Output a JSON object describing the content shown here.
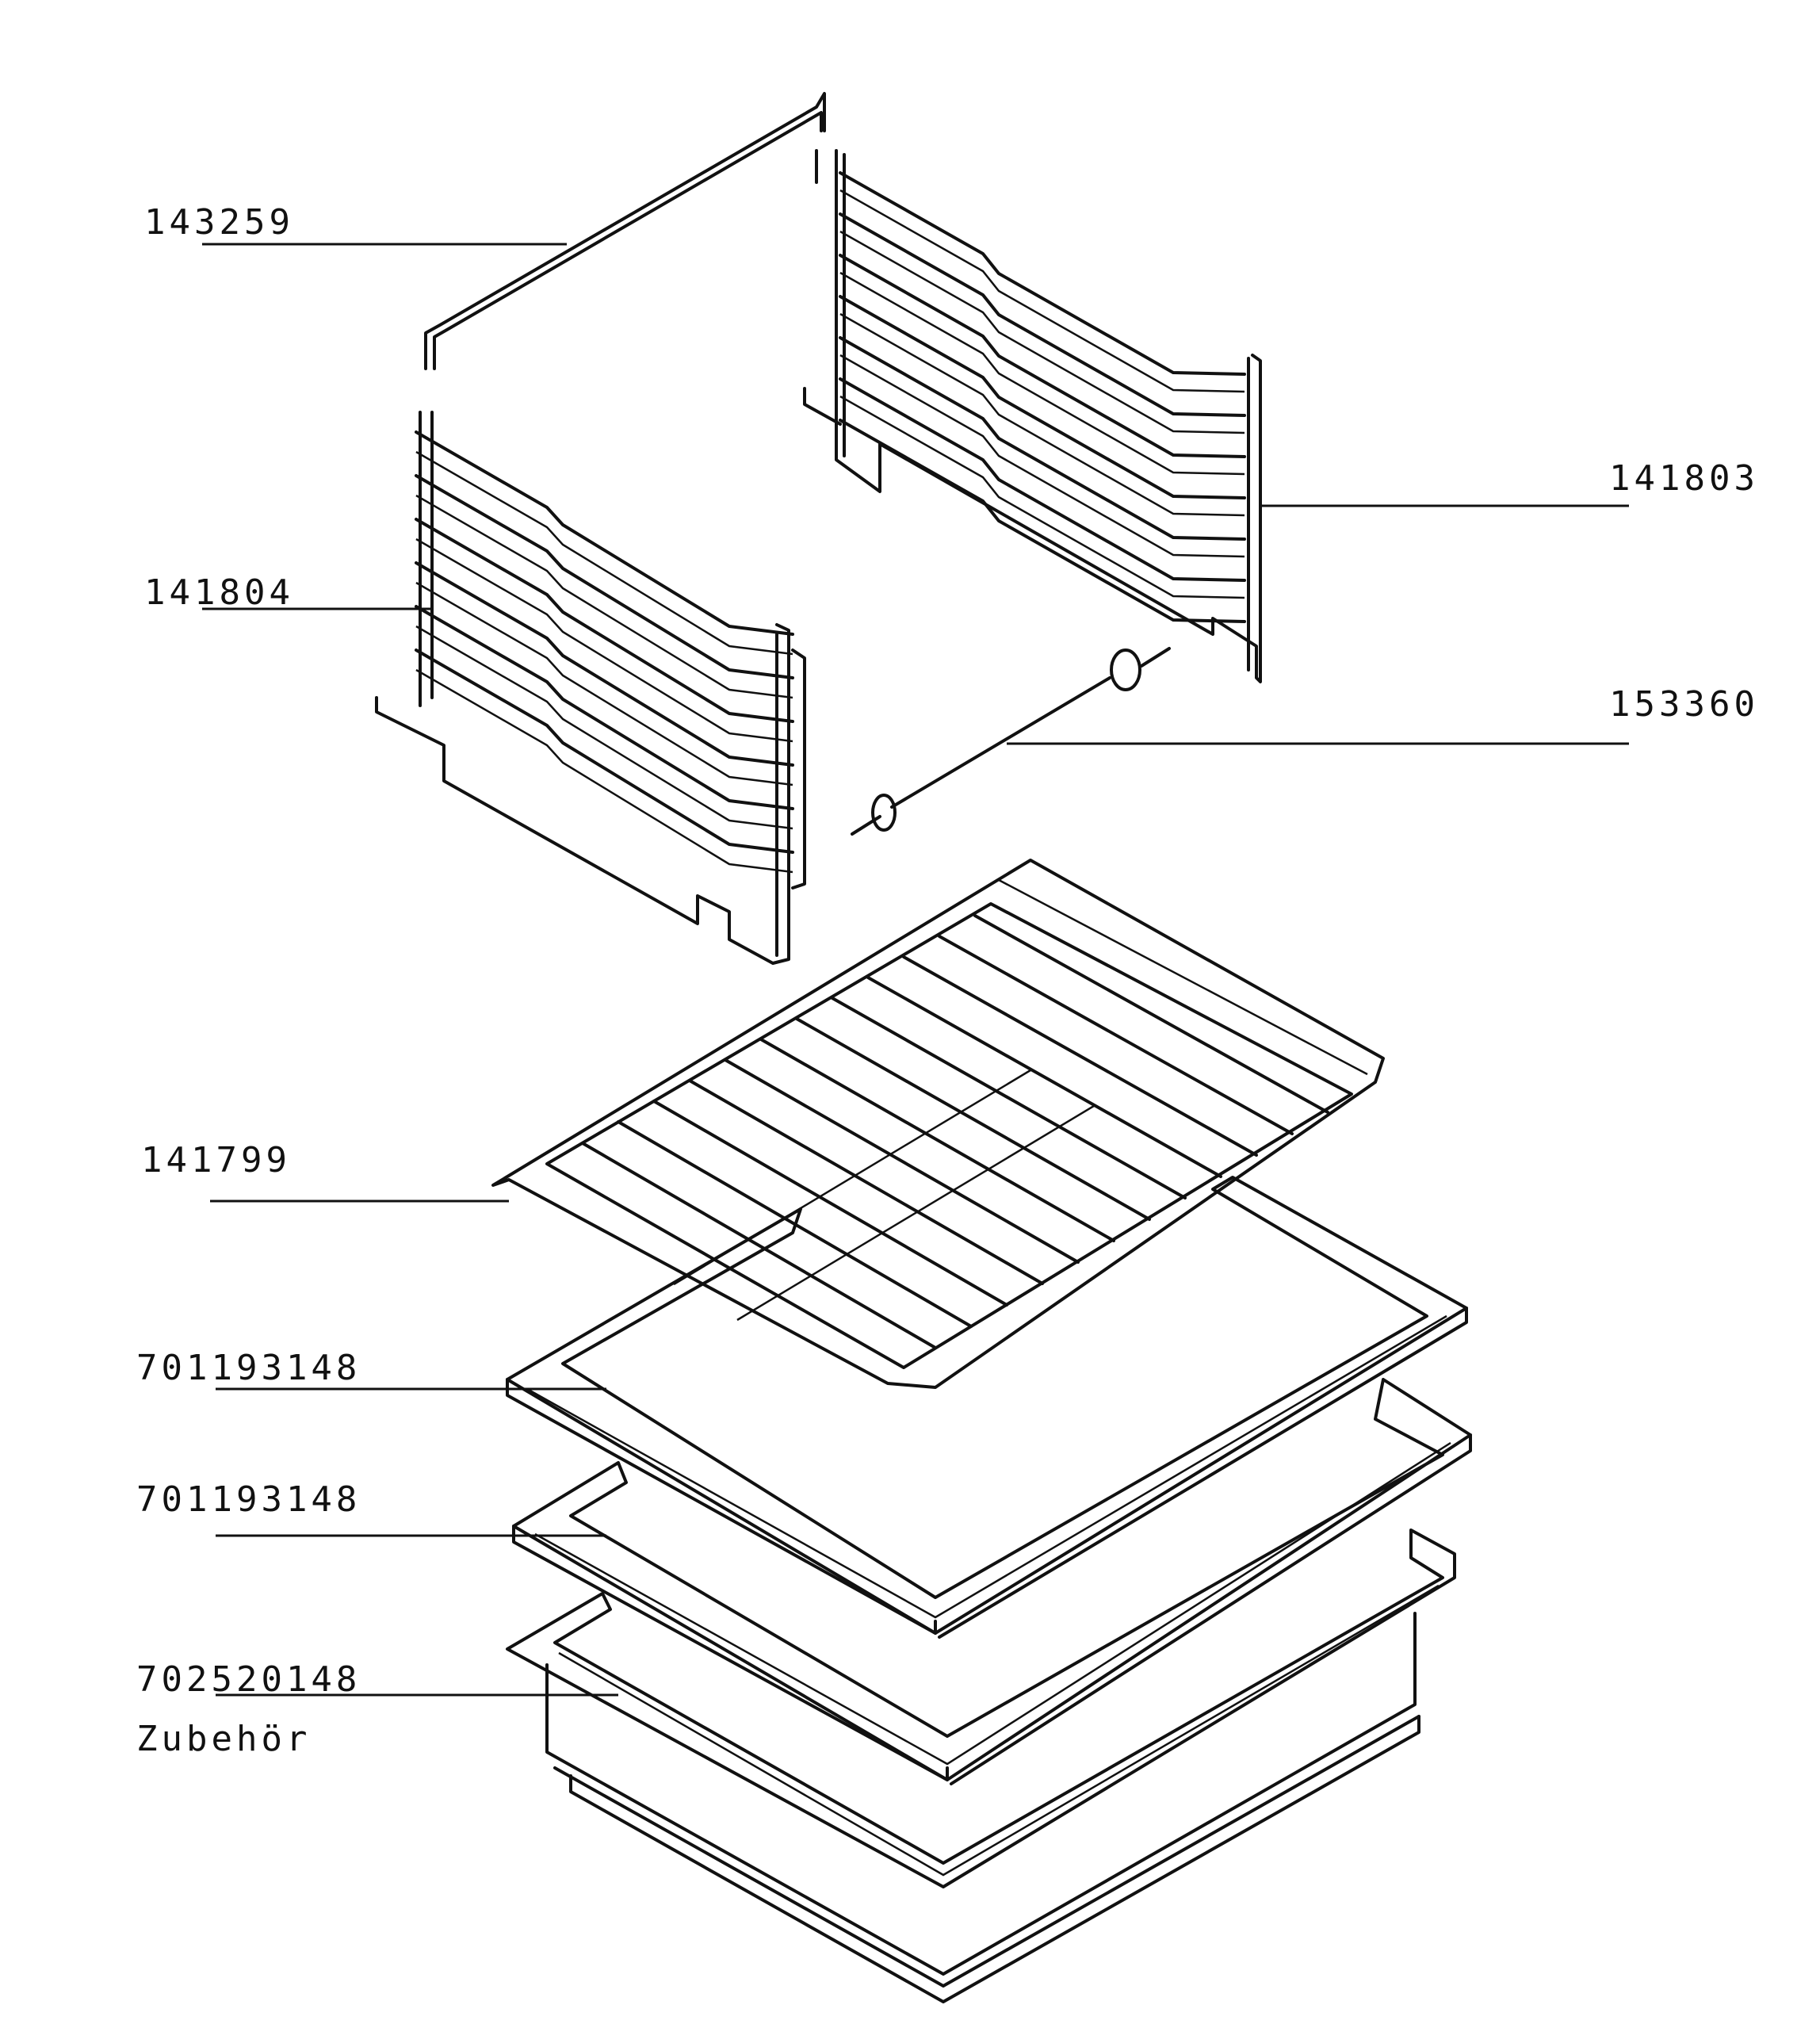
{
  "diagram": {
    "labels": {
      "p143259": "143259",
      "p141803": "141803",
      "p141804": "141804",
      "p153360": "153360",
      "p141799": "141799",
      "p701193148_a": "701193148",
      "p701193148_b": "701193148",
      "p702520148": "702520148",
      "accessories": "Zubehör"
    }
  }
}
